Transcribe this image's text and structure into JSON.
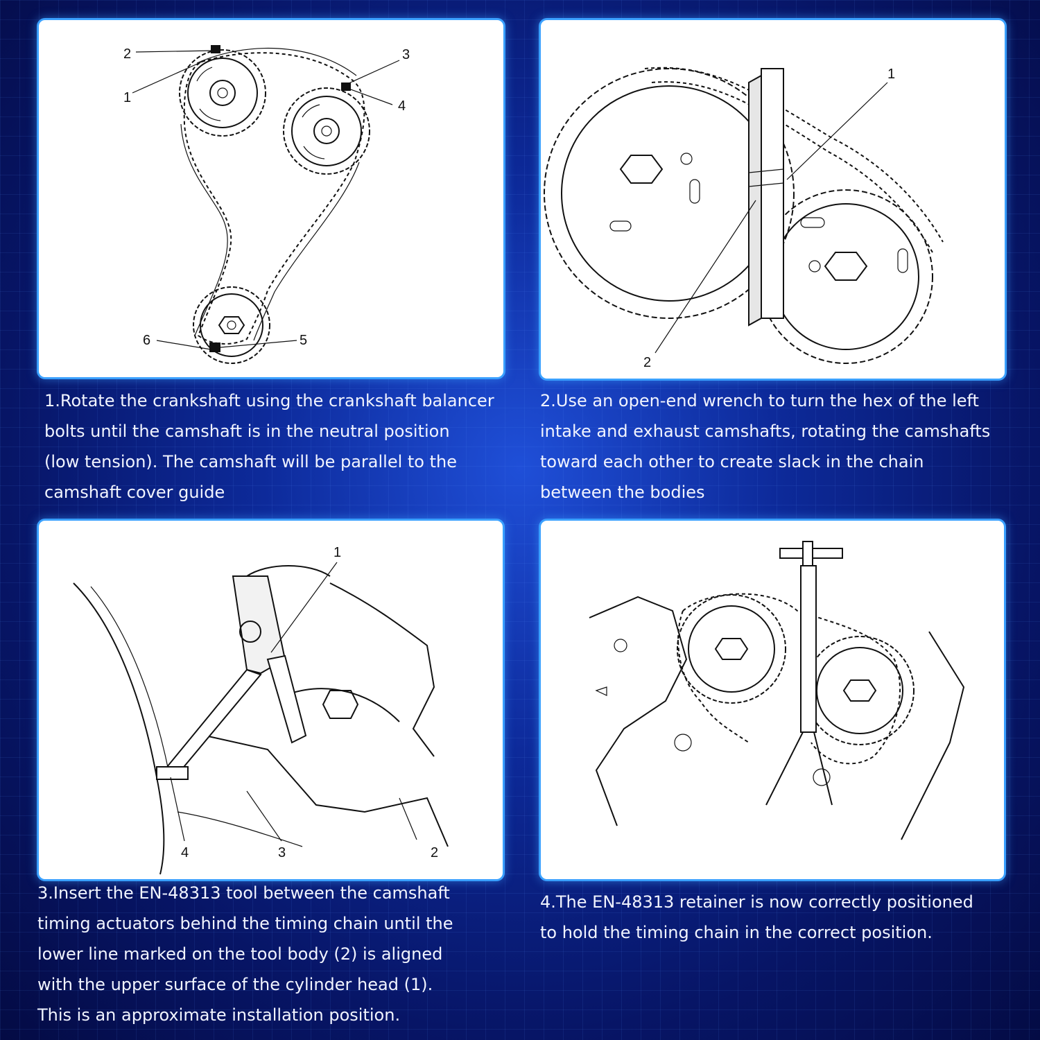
{
  "colors": {
    "background": "#0b1f8a",
    "panel_border": "#3aa0ff",
    "caption_text": "#f1f4ff"
  },
  "step1": {
    "lines": [
      "1.Rotate the crankshaft using the crankshaft balancer",
      "bolts until the camshaft is in the neutral position",
      "(low tension). The camshaft will be parallel to the",
      "camshaft cover guide"
    ],
    "callouts": [
      "1",
      "2",
      "3",
      "4",
      "5",
      "6"
    ]
  },
  "step2": {
    "lines": [
      "2.Use an open-end wrench to turn the hex of the left",
      "intake and exhaust camshafts, rotating the camshafts",
      "toward each other to create slack in the chain",
      "between the bodies"
    ],
    "callouts": [
      "1",
      "2"
    ]
  },
  "step3": {
    "lines": [
      "3.Insert the EN-48313 tool between the camshaft",
      "timing actuators behind the timing chain until the",
      "lower line marked on the tool body (2) is aligned",
      "with the upper surface of the cylinder head (1).",
      "This is an approximate installation position."
    ],
    "callouts": [
      "1",
      "2",
      "3",
      "4"
    ]
  },
  "step4": {
    "lines": [
      "4.The EN-48313 retainer is now correctly positioned",
      "to hold the timing chain in the correct position."
    ]
  }
}
